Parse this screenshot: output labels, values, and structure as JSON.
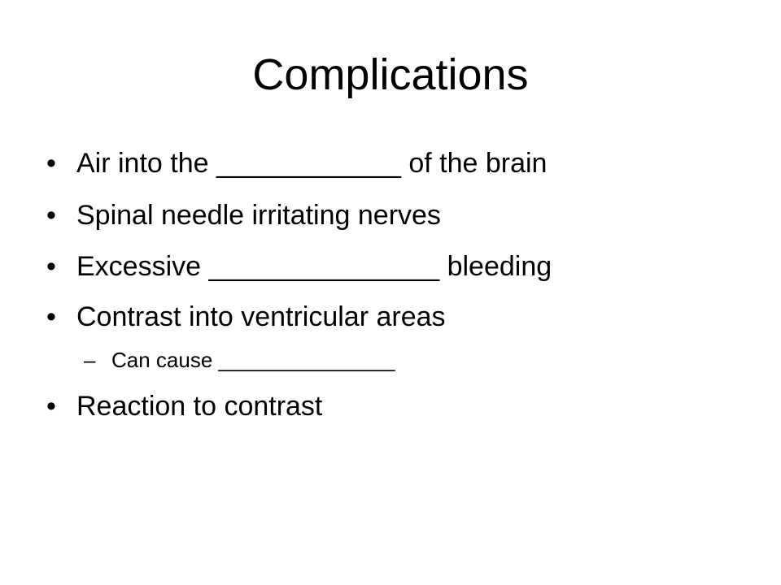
{
  "slide": {
    "title": "Complications",
    "bullet_marker": "•",
    "sub_marker": "–",
    "items": [
      {
        "level": 1,
        "text": "Air into the ____________ of the brain"
      },
      {
        "level": 1,
        "text": "Spinal needle irritating nerves"
      },
      {
        "level": 1,
        "text": "Excessive _______________ bleeding"
      },
      {
        "level": 1,
        "text": "Contrast into ventricular areas"
      },
      {
        "level": 2,
        "text": "Can cause _______________"
      },
      {
        "level": 1,
        "text": "Reaction to contrast"
      }
    ]
  }
}
